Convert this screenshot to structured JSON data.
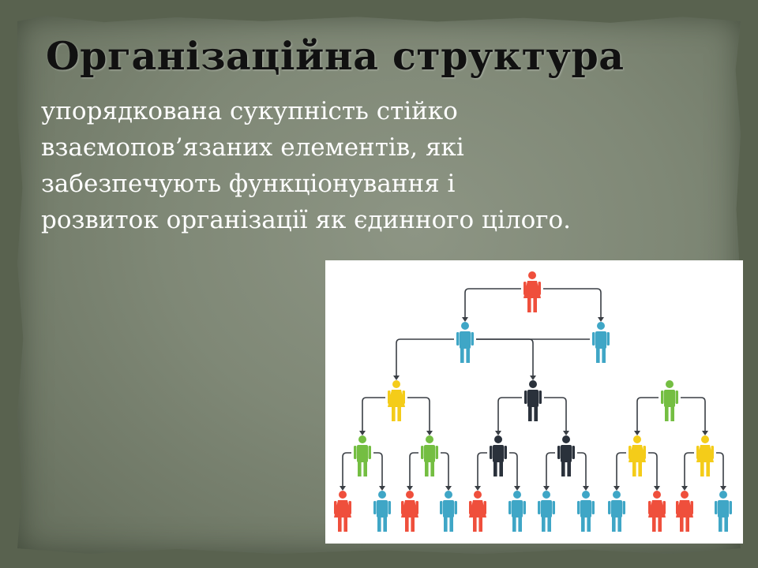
{
  "slide": {
    "title": "Організаційна структура",
    "body_lines": [
      "упорядкована сукупність стійко",
      "взаємопов’язаних елементів, які",
      "забезпечують функціонування і",
      "розвиток організації як єдинного цілого."
    ]
  },
  "colors": {
    "red": "#ef4f3c",
    "blue": "#3fa6c6",
    "yellow": "#f4cc19",
    "dark": "#2a313b",
    "green": "#74be42",
    "arrow": "#3a3f45"
  },
  "org_chart": {
    "icon_name": "person-icon",
    "levels": [
      [
        "red"
      ],
      [
        "blue",
        "blue"
      ],
      [
        "yellow",
        "dark",
        "green"
      ],
      [
        "green",
        "green",
        "dark",
        "dark",
        "yellow",
        "yellow"
      ],
      [
        "red",
        "blue",
        "red",
        "blue",
        "red",
        "blue",
        "blue",
        "blue",
        "blue",
        "red",
        "red",
        "blue"
      ]
    ]
  }
}
